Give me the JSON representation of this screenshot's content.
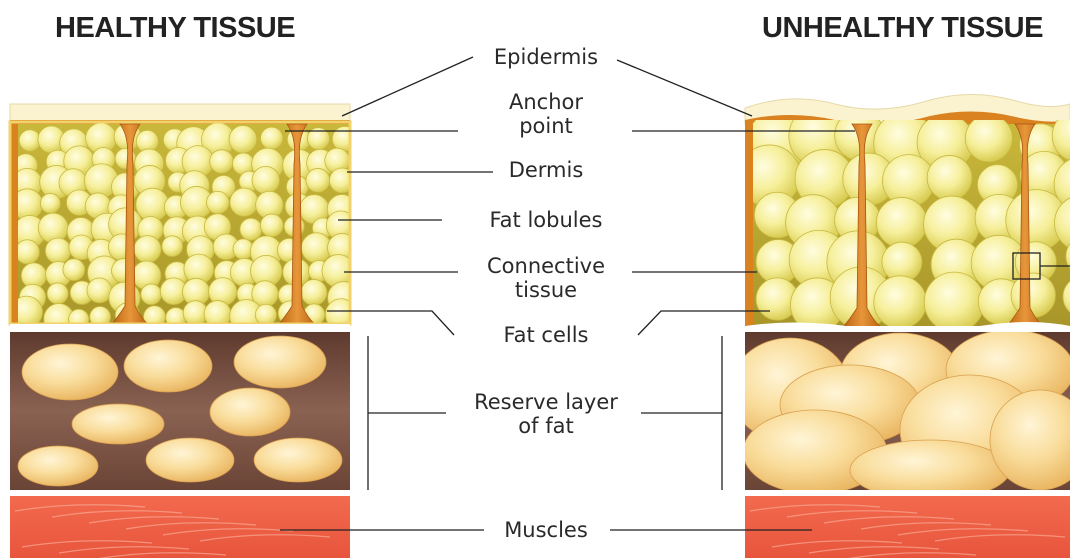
{
  "headings": {
    "healthy": "HEALTHY TISSUE",
    "unhealthy": "UNHEALTHY TISSUE"
  },
  "labels": {
    "epidermis": "Epidermis",
    "anchor_point": [
      "Anchor",
      "point"
    ],
    "dermis": "Dermis",
    "fat_lobules": "Fat lobules",
    "connective_tissue": [
      "Connective",
      "tissue"
    ],
    "fat_cells": "Fat cells",
    "reserve_layer": [
      "Reserve layer",
      "of fat"
    ],
    "muscles": "Muscles"
  },
  "colors": {
    "epidermis": "#fbf3cf",
    "connective": "#d9821f",
    "fat_lobule": "#f4ec86",
    "fat_cell": "#f8f0a0",
    "reserve_bg": "#7a5040",
    "reserve_fat": "#f6cf86",
    "muscle": "#ee6248",
    "leader_line": "#222222"
  }
}
